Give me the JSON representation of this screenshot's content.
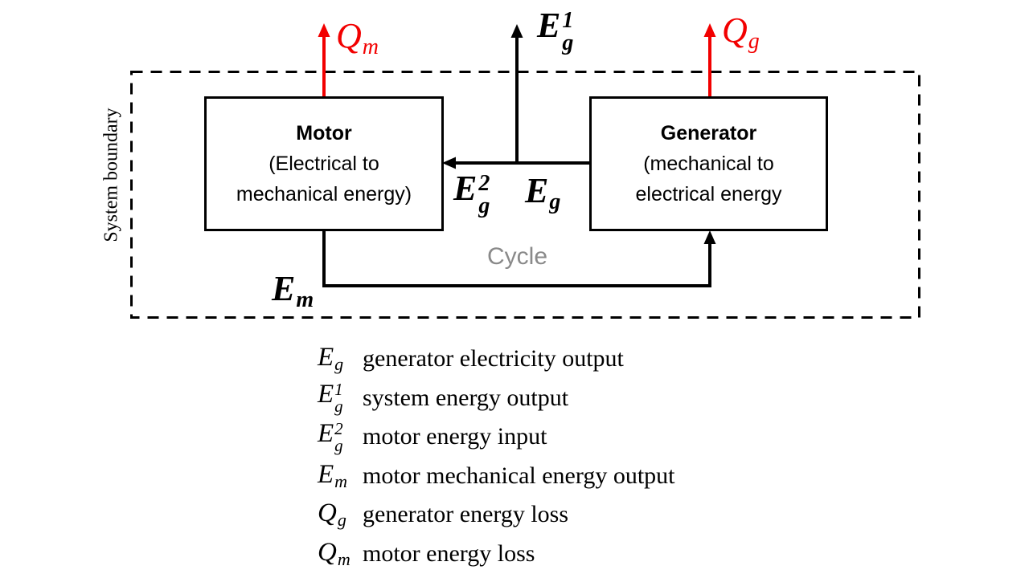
{
  "colors": {
    "ink": "#000000",
    "red": "#f20000",
    "gray": "#8a8a8a",
    "background": "#ffffff"
  },
  "boundary": {
    "label": "System boundary"
  },
  "boxes": {
    "motor": {
      "title": "Motor",
      "line2": "(Electrical to",
      "line3": "mechanical energy)"
    },
    "generator": {
      "title": "Generator",
      "line2": "(mechanical to",
      "line3": "electrical energy"
    }
  },
  "flows": {
    "qm": {
      "main": "Q",
      "sub": "m"
    },
    "qg": {
      "main": "Q",
      "sub": "g"
    },
    "eg1": {
      "main": "E",
      "sup": "1",
      "sub": "g"
    },
    "eg2": {
      "main": "E",
      "sup": "2",
      "sub": "g"
    },
    "eg": {
      "main": "E",
      "sub": "g"
    },
    "em": {
      "main": "E",
      "sub": "m"
    },
    "cycle": "Cycle"
  },
  "legend": {
    "items": [
      {
        "symbol": {
          "main": "E",
          "sub": "g"
        },
        "description": "generator electricity output"
      },
      {
        "symbol": {
          "main": "E",
          "sup": "1",
          "sub": "g"
        },
        "description": "system energy output"
      },
      {
        "symbol": {
          "main": "E",
          "sup": "2",
          "sub": "g"
        },
        "description": "motor energy input"
      },
      {
        "symbol": {
          "main": "E",
          "sub": "m"
        },
        "description": "motor mechanical energy output"
      },
      {
        "symbol": {
          "main": "Q",
          "sub": "g"
        },
        "description": "generator energy loss"
      },
      {
        "symbol": {
          "main": "Q",
          "sub": "m"
        },
        "description": "motor energy loss"
      }
    ]
  }
}
